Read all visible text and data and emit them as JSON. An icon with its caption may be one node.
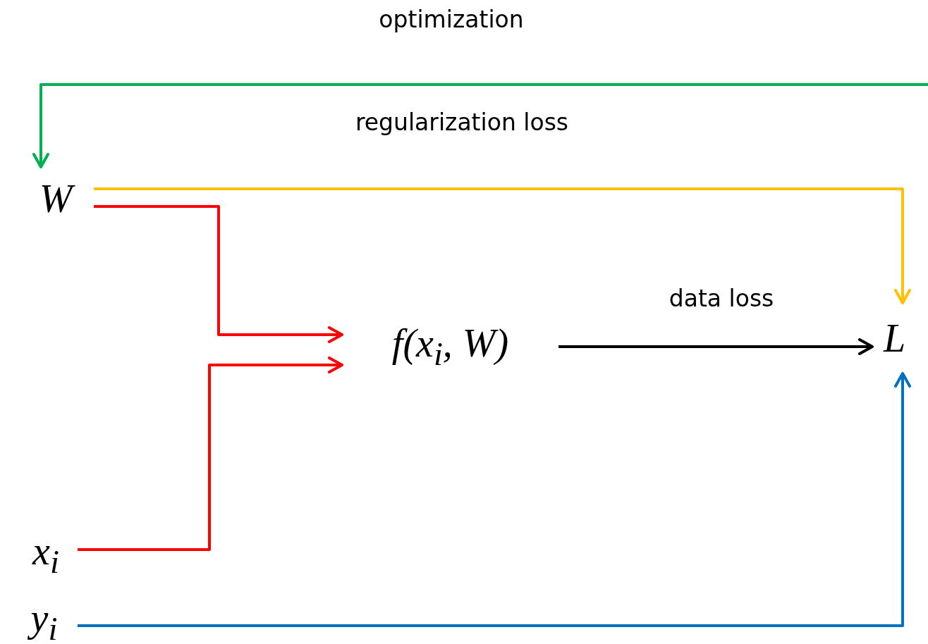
{
  "diagram": {
    "nodes": [
      {
        "text": [
          "W"
        ]
      },
      {
        "text": [
          "f(x$_{i}$, W)"
        ]
      },
      {
        "text": [
          "L"
        ]
      },
      {
        "text": [
          "x$_{i}$"
        ]
      },
      {
        "text": [
          "y$_{i}$"
        ]
      }
    ],
    "edges": [
      {
        "from": 0,
        "to": 1,
        "arrow": "to",
        "color": "#ff0000"
      },
      {
        "from": 3,
        "to": 1,
        "arrow": "to",
        "color": "#ff0000"
      },
      {
        "from": 1,
        "to": 2,
        "arrow": "to",
        "label": "data loss",
        "color": "#000000"
      },
      {
        "from": 0,
        "to": 2,
        "arrow": "to",
        "label": "regularization loss",
        "color": "#ffc000"
      },
      {
        "from": 4,
        "to": 2,
        "arrow": "to",
        "color": "#0070c0"
      },
      {
        "from": null,
        "to": 0,
        "arrow": "to",
        "label": "optimization",
        "color": "#00b050"
      }
    ]
  }
}
